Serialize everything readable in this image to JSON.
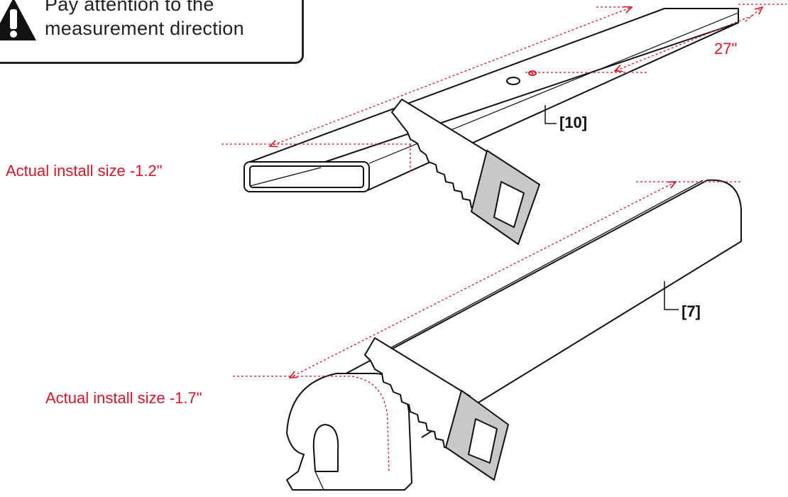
{
  "notice": {
    "line1": "Pay attention to the",
    "line2": "measurement direction",
    "icon": "warning-exclamation-icon"
  },
  "labels": {
    "top_piece_cut": "Actual install size -1.2\"",
    "bottom_piece_cut": "Actual install size -1.7\"",
    "top_length": "27\"",
    "part_top": "[10]",
    "part_bottom": "[7]"
  },
  "colors": {
    "dimension": "#d6172a",
    "outline": "#111111",
    "saw_blade": "#c8c8c8"
  }
}
